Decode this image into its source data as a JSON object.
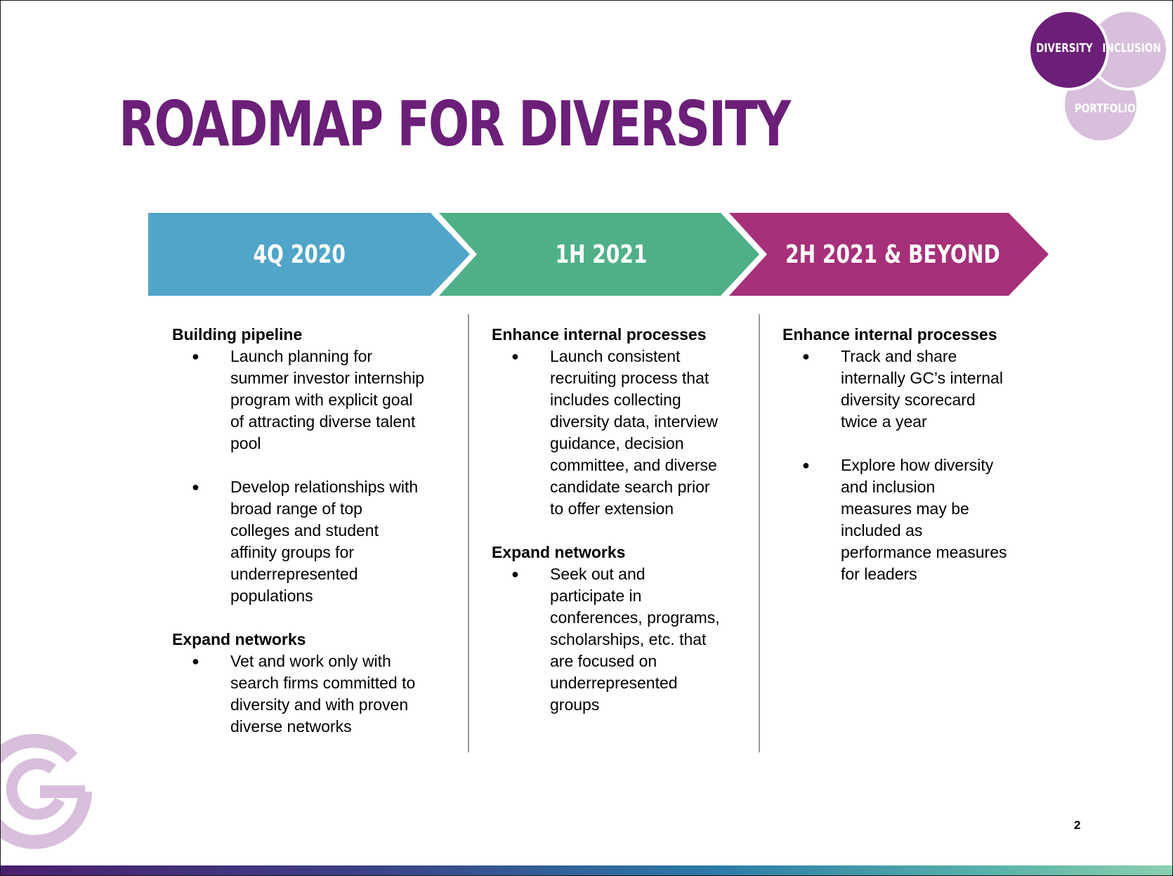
{
  "title": "ROADMAP FOR DIVERSITY",
  "badge": {
    "diversity": "DIVERSITY",
    "inclusion": "INCLUSION",
    "portfolio": "PORTFOLIO"
  },
  "colors": {
    "title": "#6b1f78",
    "phase1": "#50a5c8",
    "phase2": "#4fb088",
    "phase3": "#a6307a",
    "badge_dark": "#6b1f78",
    "badge_light": "#d8bfdc"
  },
  "phases": [
    {
      "label": "4Q 2020"
    },
    {
      "label": "1H 2021"
    },
    {
      "label": "2H 2021 & BEYOND"
    }
  ],
  "columns": [
    {
      "sections": [
        {
          "heading": "Building pipeline",
          "bullets": [
            [
              "Launch planning for",
              "summer investor internship",
              "program with explicit goal",
              "of attracting diverse talent",
              "pool"
            ],
            [
              "Develop relationships with",
              "broad range of top",
              "colleges and student",
              "affinity groups for",
              "underrepresented",
              "populations"
            ]
          ]
        },
        {
          "heading": "Expand networks",
          "bullets": [
            [
              "Vet and work only with",
              "search firms committed to",
              "diversity and with proven",
              "diverse networks"
            ]
          ]
        }
      ]
    },
    {
      "sections": [
        {
          "heading": "Enhance internal processes",
          "bullets": [
            [
              "Launch consistent",
              "recruiting process that",
              "includes collecting",
              "diversity data, interview",
              "guidance, decision",
              "committee, and diverse",
              "candidate search prior",
              "to offer extension"
            ]
          ]
        },
        {
          "heading": "Expand networks",
          "bullets": [
            [
              "Seek out and",
              "participate in",
              "conferences, programs,",
              "scholarships, etc. that",
              "are focused on",
              "underrepresented",
              "groups"
            ]
          ]
        }
      ]
    },
    {
      "sections": [
        {
          "heading": "Enhance internal processes",
          "bullets": [
            [
              "Track and share",
              "internally GC’s internal",
              "diversity scorecard",
              "twice a year"
            ],
            [
              "Explore how diversity",
              "and inclusion",
              "measures may be",
              "included as",
              "performance measures",
              "for leaders"
            ]
          ]
        }
      ]
    }
  ],
  "page_number": "2",
  "logo_icon": "gc-logo-icon"
}
